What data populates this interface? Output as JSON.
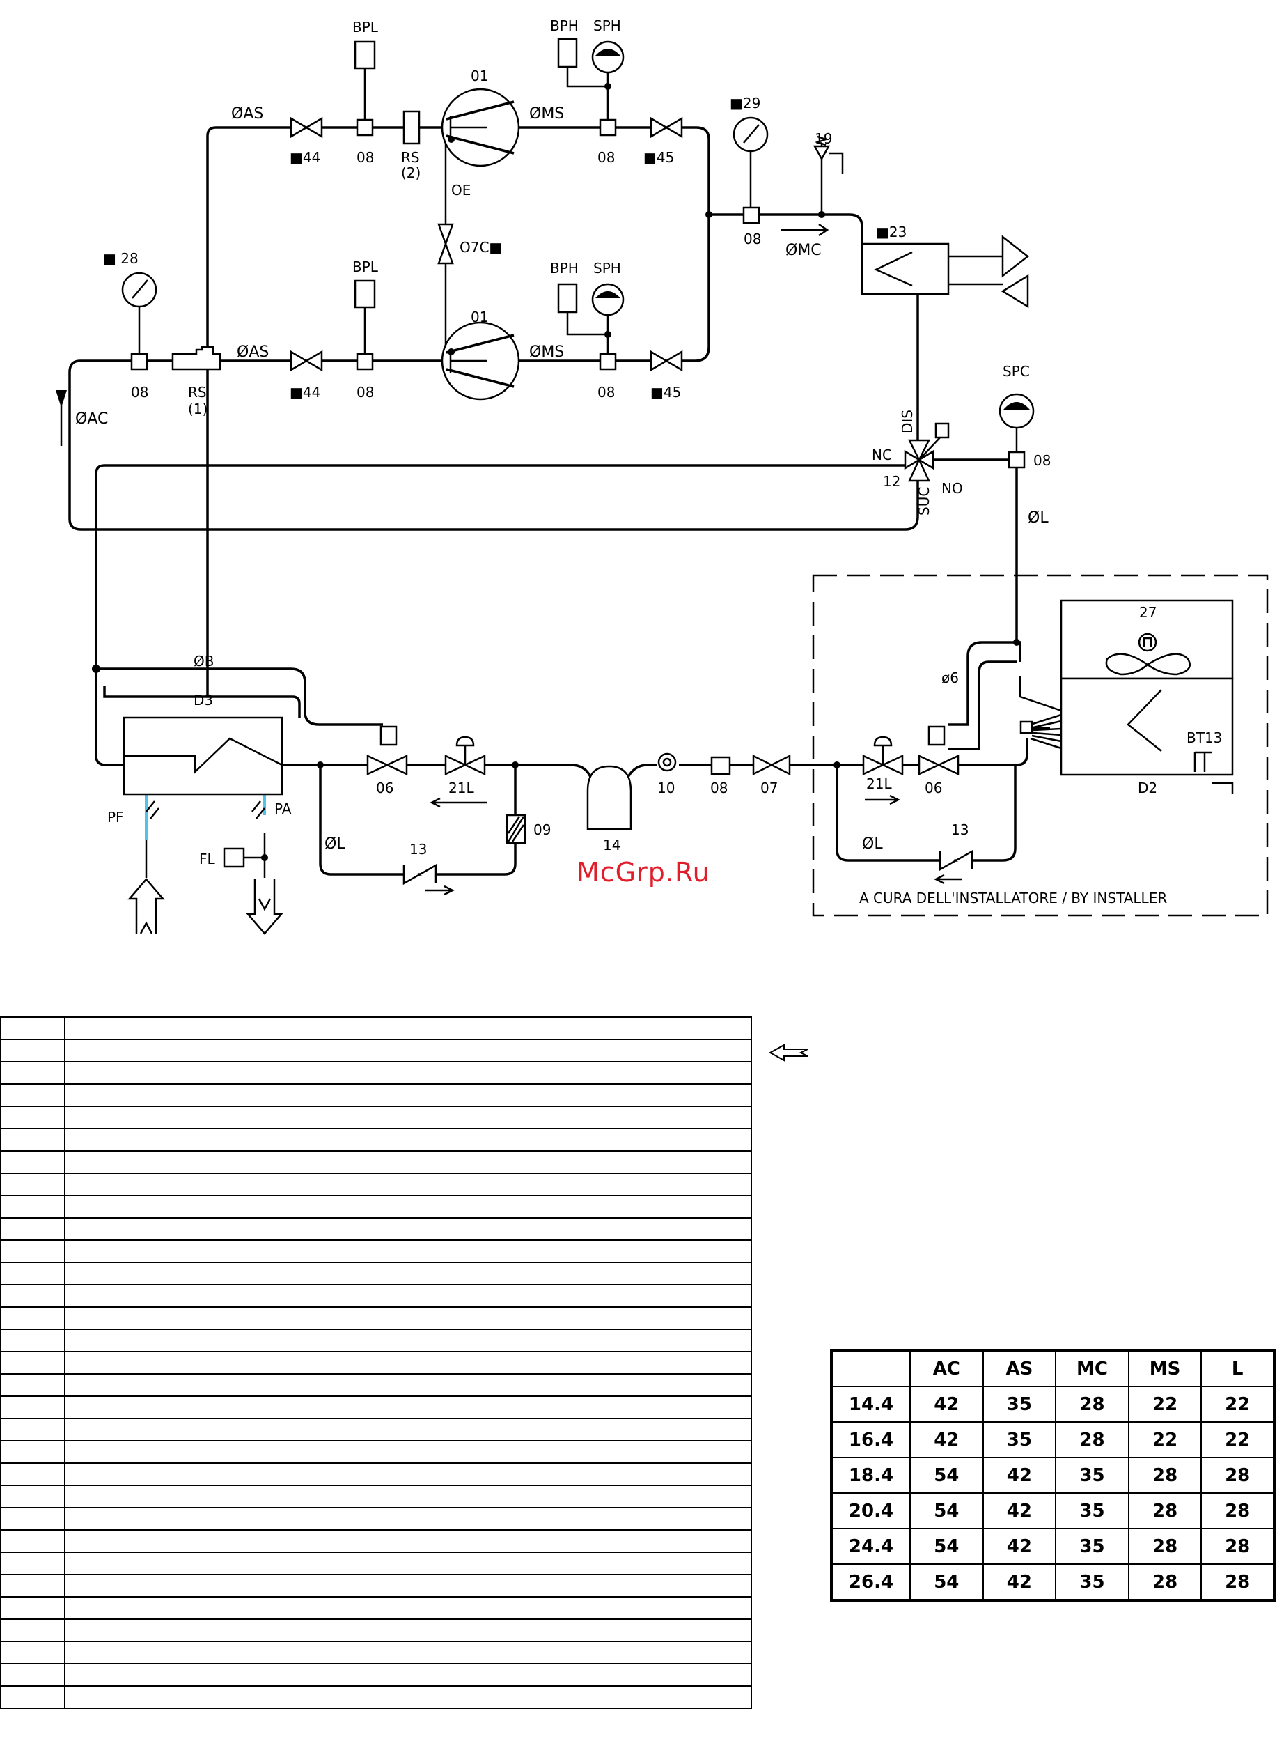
{
  "diagram": {
    "labels": {
      "bpl": "BPL",
      "bph": "BPH",
      "sph": "SPH",
      "spc": "SPC",
      "c01": "01",
      "d_as": "ØAS",
      "d_ms": "ØMS",
      "d_mc": "ØMC",
      "d_ac": "ØAC",
      "d_l": "ØL",
      "d_b": "ØB",
      "d_6": "ø6",
      "n44": "■44",
      "n45": "■45",
      "n28": "■ 28",
      "n29": "■29",
      "n23": "■23",
      "n19": "19",
      "c08": "08",
      "rs2": "RS",
      "rs2_sub": "(2)",
      "rs1": "RS",
      "rs1_sub": "(1)",
      "oe": "OE",
      "o7c": "O7C■",
      "dis": "DIS",
      "suc": "SUC",
      "nc": "NC",
      "no": "NO",
      "n12": "12",
      "n27": "27",
      "d3": "D3",
      "d2": "D2",
      "bt13": "BT13",
      "n06": "06",
      "n21l": "21L",
      "n13": "13",
      "n09": "09",
      "n14": "14",
      "n10": "10",
      "n07": "07",
      "pf": "PF",
      "pa": "PA",
      "fl": "FL",
      "installer": "A CURA DELL'INSTALLATORE / BY INSTALLER"
    }
  },
  "watermark": "McGrp.Ru",
  "pipe_table": {
    "headers": [
      "",
      "AC",
      "AS",
      "MC",
      "MS",
      "L"
    ],
    "rows": [
      [
        "14.4",
        "42",
        "35",
        "28",
        "22",
        "22"
      ],
      [
        "16.4",
        "42",
        "35",
        "28",
        "22",
        "22"
      ],
      [
        "18.4",
        "54",
        "42",
        "35",
        "28",
        "28"
      ],
      [
        "20.4",
        "54",
        "42",
        "35",
        "28",
        "28"
      ],
      [
        "24.4",
        "54",
        "42",
        "35",
        "28",
        "28"
      ],
      [
        "26.4",
        "54",
        "42",
        "35",
        "28",
        "28"
      ]
    ]
  }
}
